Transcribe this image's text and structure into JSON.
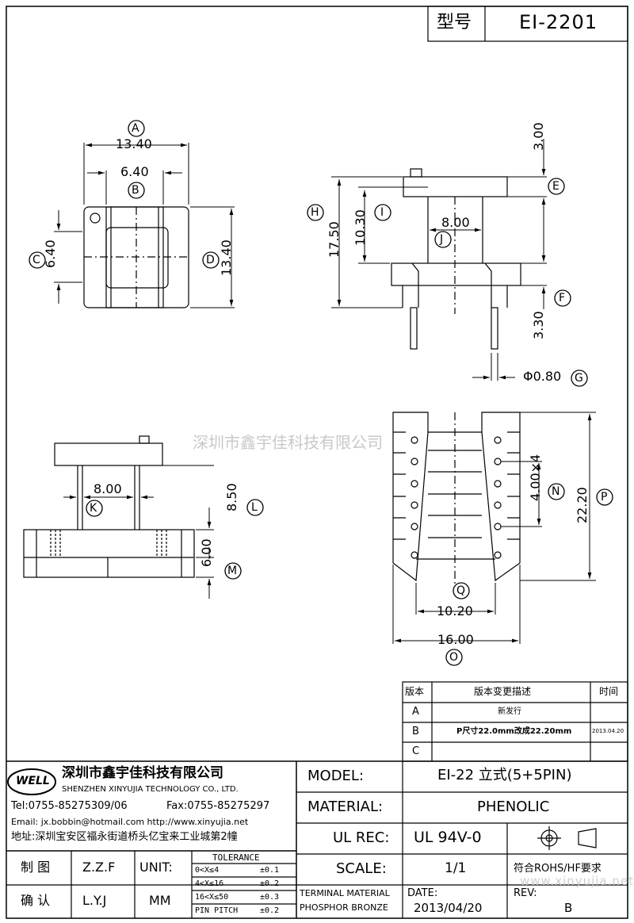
{
  "header": {
    "model_label": "型号",
    "model_no": "EI-2201"
  },
  "dims": {
    "A": "A",
    "B": "B",
    "C": "C",
    "D": "D",
    "E": "E",
    "F": "F",
    "G": "G",
    "H": "H",
    "I": "I",
    "J": "J",
    "K": "K",
    "L": "L",
    "M": "M",
    "N": "N",
    "O": "O",
    "P": "P",
    "Q": "Q",
    "top_width": "13.40",
    "top_inner": "6.40",
    "left_inner": "6.40",
    "right_height": "13.40",
    "side_3_00": "3.00",
    "side_17_50": "17.50",
    "side_10_30": "10.30",
    "side_8_00": "8.00",
    "side_3_30": "3.30",
    "pin_dia": "Φ0.80",
    "bottom_8_00": "8.00",
    "bottom_8_50": "8.50",
    "bottom_6_00": "6.00",
    "pin_pitch": "4.00×4",
    "pin_22_20": "22.20",
    "pin_10_20": "10.20",
    "pin_16_00": "16.00"
  },
  "watermark": "深圳市鑫宇佳科技有限公司",
  "revisions": {
    "headers": [
      "版本",
      "版本变更描述",
      "时间"
    ],
    "rows": [
      {
        "rev": "A",
        "desc": "新发行",
        "date": ""
      },
      {
        "rev": "B",
        "desc": "P尺寸22.0mm改成22.20mm",
        "date": "2013.04.20"
      },
      {
        "rev": "C",
        "desc": "",
        "date": ""
      }
    ]
  },
  "company": {
    "logo": "WELL",
    "name_cn": "深圳市鑫宇佳科技有限公司",
    "name_en": "SHENZHEN XINYUJIA TECHNOLOGY CO., LTD.",
    "tel": "Tel:0755-85275309/06",
    "fax": "Fax:0755-85275297",
    "email": "Email: jx.bobbin@hotmail.com http://www.xinyujia.net",
    "address": "地址:深圳宝安区福永街道桥头亿宝来工业城第2幢"
  },
  "spec": {
    "model_label": "MODEL:",
    "model_value": "EI-22 立式(5+5PIN)",
    "material_label": "MATERIAL:",
    "material_value": "PHENOLIC",
    "ulrec_label": "UL REC:",
    "ulrec_value": "UL 94V-0",
    "scale_label": "SCALE:",
    "scale_value": "1/1",
    "rohs": "符合ROHS/HF要求",
    "terminal_label": "TERMINAL MATERIAL",
    "terminal_value": "PHOSPHOR BRONZE",
    "date_label": "DATE:",
    "date_value": "2013/04/20",
    "rev_label": "REV:",
    "rev_value": "B"
  },
  "signoff": {
    "draw_label": "制 图",
    "draw_name": "Z.Z.F",
    "check_label": "确 认",
    "check_name": "L.Y.J",
    "unit_label": "UNIT:",
    "unit_value": "MM"
  },
  "tolerance": {
    "title": "TOLERANCE",
    "rows": [
      {
        "range": "0<X≤4",
        "tol": "±0.1"
      },
      {
        "range": "4<X≤16",
        "tol": "±0.2"
      },
      {
        "range": "16<X≤50",
        "tol": "±0.3"
      },
      {
        "range": "PIN PITCH",
        "tol": "±0.2"
      }
    ]
  },
  "footer_watermark": "www.xinyujia.net"
}
